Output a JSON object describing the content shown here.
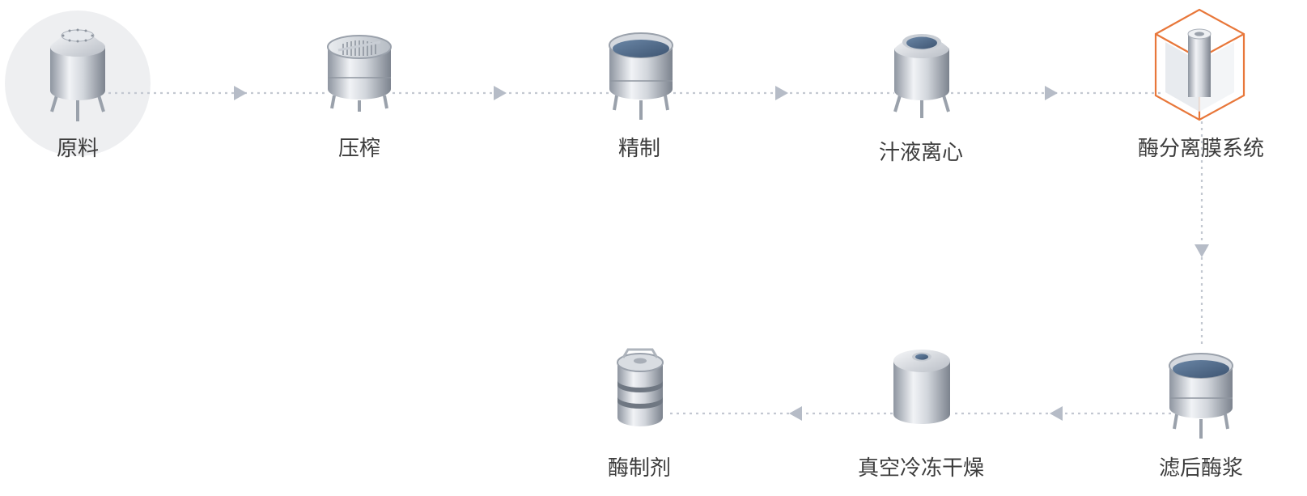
{
  "diagram": {
    "steps": [
      {
        "label": "原料",
        "icon": "vessel-with-lid-icon"
      },
      {
        "label": "压榨",
        "icon": "press-tank-icon"
      },
      {
        "label": "精制",
        "icon": "refining-tank-icon"
      },
      {
        "label": "汁液离心",
        "icon": "centrifuge-tank-icon"
      },
      {
        "label": "酶分离膜系统",
        "icon": "membrane-system-icon"
      },
      {
        "label": "滤后酶浆",
        "icon": "filtered-slurry-tank-icon"
      },
      {
        "label": "真空冷冻干燥",
        "icon": "freeze-dryer-tank-icon"
      },
      {
        "label": "酶制剂",
        "icon": "keg-icon"
      }
    ],
    "colors": {
      "connector": "#c3c8d1",
      "arrow": "#b6bcc7",
      "highlight_circle": "#eeeff1",
      "membrane_outline": "#e8773a",
      "liquid": "#4f6a88",
      "steel_light": "#eef0f3",
      "steel_dark": "#8e95a0"
    }
  }
}
